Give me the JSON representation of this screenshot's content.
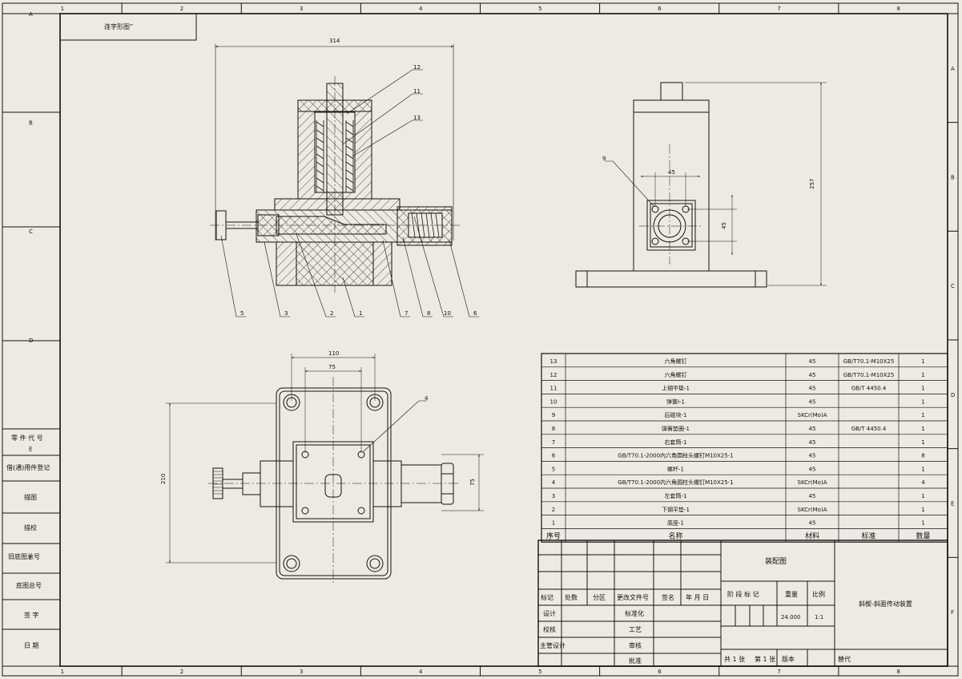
{
  "page": {
    "background": "#ecebe3",
    "line_color": "#111111",
    "hatch_color": "#222222"
  },
  "drawing_code": "连字形图”",
  "zone_columns": [
    "1",
    "2",
    "3",
    "4",
    "5",
    "6",
    "7",
    "8"
  ],
  "zone_rows": [
    "A",
    "B",
    "C",
    "D",
    "E",
    "F"
  ],
  "dimensions": {
    "front_width": "314",
    "right_height": "257",
    "right_plate_width": "45",
    "right_plate_height": "45",
    "top_outer_width": "110",
    "top_inner_width": "75",
    "top_height": "210",
    "top_body_height": "75"
  },
  "balloons": {
    "front_top": [
      "12",
      "11",
      "13"
    ],
    "front_bottom": [
      "5",
      "3",
      "2",
      "1",
      "7",
      "8",
      "10",
      "6"
    ],
    "right": "9",
    "top": "4"
  },
  "side_labels": [
    "零 件 代 号",
    "借(通)用件登记",
    "描图",
    "描校",
    "旧底图总号",
    "底图总号",
    "签 字",
    "日 期"
  ],
  "bom": {
    "headers": [
      "序号",
      "名称",
      "材料",
      "标准",
      "数量"
    ],
    "rows": [
      [
        "13",
        "六角螺钉",
        "45",
        "GB/T70.1-M10X25",
        "1"
      ],
      [
        "12",
        "六角螺钉",
        "45",
        "GB/T70.1-M10X25",
        "1"
      ],
      [
        "11",
        "上钢平垫-1",
        "45",
        "GB/T 4450.4",
        "1"
      ],
      [
        "10",
        "弹簧I-1",
        "45",
        "",
        "1"
      ],
      [
        "9",
        "后碰块-1",
        "SKCr(Mo)A",
        "",
        "1"
      ],
      [
        "8",
        "弹簧垫圈-1",
        "45",
        "GB/T 4450.4",
        "1"
      ],
      [
        "7",
        "右套筒-1",
        "45",
        "",
        "1"
      ],
      [
        "6",
        "GB/T70.1-2000内六角圆柱头螺钉M10X25-1",
        "45",
        "",
        "8"
      ],
      [
        "5",
        "螺杆-1",
        "45",
        "",
        "1"
      ],
      [
        "4",
        "GB/T70.1-2000内六角圆柱头螺钉M10X25-1",
        "SKCr(Mo)A",
        "",
        "4"
      ],
      [
        "3",
        "左套筒-1",
        "45",
        "",
        "1"
      ],
      [
        "2",
        "下钢平垫-1",
        "SKCr(Mo)A",
        "",
        "1"
      ],
      [
        "1",
        "底座-1",
        "45",
        "",
        "1"
      ]
    ]
  },
  "title_block": {
    "drawing_type": "装配图",
    "drawing_name": "斜楔-斜面传动装置",
    "revision_headers": [
      "标记",
      "处数",
      "分区",
      "更改文件号",
      "签名",
      "年 月 日"
    ],
    "left_labels": [
      "设计",
      "校核",
      "主管设计"
    ],
    "mid_labels": [
      "标准化",
      "工艺",
      "审核",
      "批准"
    ],
    "stage_label": "阶 段 标 记",
    "weight_label": "重量",
    "scale_label": "比例",
    "weight_value": "24.000",
    "scale_value": "1:1",
    "sheets_total": "共 1 张",
    "sheet_no": "第 1 张",
    "version_label": "版本",
    "replace_label": "替代"
  }
}
